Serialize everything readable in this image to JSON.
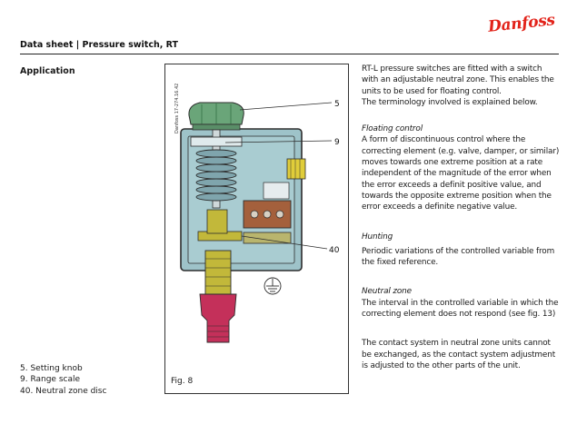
{
  "brand": {
    "logo_text": "Danfoss",
    "color": "#e2231a"
  },
  "header": {
    "title": "Data sheet | Pressure switch, RT"
  },
  "section": {
    "title": "Application"
  },
  "figure": {
    "caption": "Fig. 8",
    "vertical_id": "Danfoss 17-274.16.42",
    "callouts": [
      "5",
      "9",
      "40"
    ],
    "colors": {
      "knob": "#6aa579",
      "body": "#9ec3c9",
      "outline": "#2d2d2d",
      "bellows": "#c2b83a",
      "bottom": "#c4305a",
      "terminal": "#a4603c"
    }
  },
  "legend": [
    "5. Setting knob",
    "9. Range scale",
    "40. Neutral zone disc"
  ],
  "content": {
    "intro": "RT-L pressure switches are fitted with a switch with an adjustable neutral zone. This enables the units to be used for floating control.",
    "intro2": "The terminology involved is explained below.",
    "floating_title": "Floating control",
    "floating_text": "A form of discontinuous control where the correcting element (e.g. valve, damper, or similar) moves towards one extreme position at a rate independent of the magnitude of the error when the error exceeds a definit positive value, and towards the opposite extreme position when the error exceeds a definite negative value.",
    "hunting_title": "Hunting",
    "hunting_text": "Periodic variations of the controlled variable from the fixed reference.",
    "neutral_title": "Neutral zone",
    "neutral_text": "The interval in the controlled variable in which the correcting element does not respond (see fig. 13)",
    "contact_text": "The contact system in neutral zone units cannot be exchanged, as the contact system adjustment is adjusted to the other parts of the unit."
  }
}
